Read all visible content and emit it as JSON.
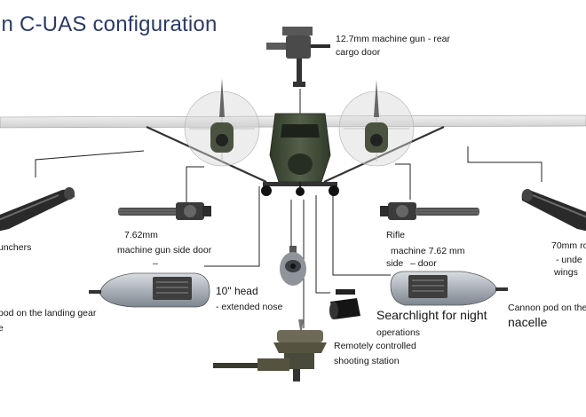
{
  "title": "in C-UAS configuration",
  "labels": {
    "mg_rear_1": "12.7mm machine gun - rear",
    "mg_rear_2": "cargo door",
    "launchers_left": "unchers",
    "mg762_1": "7.62mm",
    "mg762_2": "machine gun side door",
    "mg762_3": "–",
    "rifle_1": "Rifle",
    "rifle_2": "machine 7.62 mm",
    "rifle_3": "side",
    "rifle_4": "– door",
    "rockets_1": "70mm ro",
    "rockets_2": "- unde",
    "rockets_3": "wings",
    "pod_left_1": "pod on the landing gear",
    "pod_left_2": "e",
    "head_1": "10\" head",
    "head_2": "- extended nose",
    "searchlight_1": "Searchlight for night",
    "searchlight_2": "operations",
    "cannon_1": "Cannon pod on the l",
    "cannon_2": "nacelle",
    "station_1": "Remotely controlled",
    "station_2": "shooting station"
  },
  "colors": {
    "title": "#2b3a66",
    "airframe": "#3f4a36",
    "wing": "#e6e6e6",
    "leader": "#222222"
  },
  "icons": [
    "aircraft",
    "machine-gun",
    "gatling-gun",
    "rocket-launcher",
    "gun-pod",
    "sensor-ball",
    "searchlight",
    "weapon-station"
  ]
}
